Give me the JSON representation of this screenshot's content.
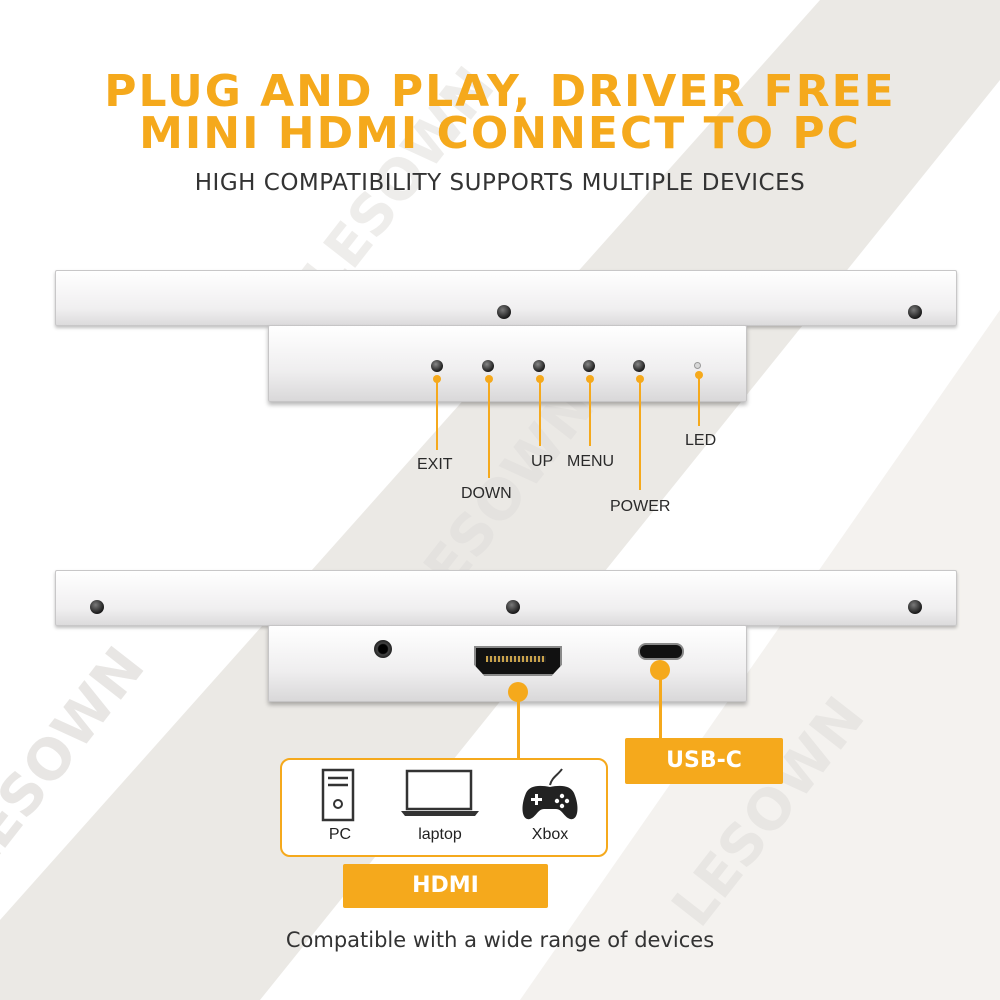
{
  "header": {
    "title_line1": "PLUG AND PLAY, DRIVER FREE",
    "title_line2": "MINI HDMI CONNECT TO PC",
    "subtitle": "HIGH COMPATIBILITY SUPPORTS MULTIPLE DEVICES"
  },
  "buttons_panel": {
    "labels": {
      "exit": "EXIT",
      "down": "DOWN",
      "up": "UP",
      "menu": "MENU",
      "power": "POWER",
      "led": "LED"
    }
  },
  "ports_panel": {
    "usbc_label": "USB-C",
    "hdmi_label": "HDMI",
    "devices": [
      {
        "icon": "pc-tower-icon",
        "label": "PC"
      },
      {
        "icon": "laptop-icon",
        "label": "laptop"
      },
      {
        "icon": "gamepad-icon",
        "label": "Xbox"
      }
    ]
  },
  "footer": {
    "text": "Compatible with a wide range of devices"
  },
  "watermark": "LESOWN®",
  "colors": {
    "accent": "#f5a91c",
    "panel": "#f2f1f2",
    "background_band": "#eceae6",
    "text_dark": "#333333"
  }
}
